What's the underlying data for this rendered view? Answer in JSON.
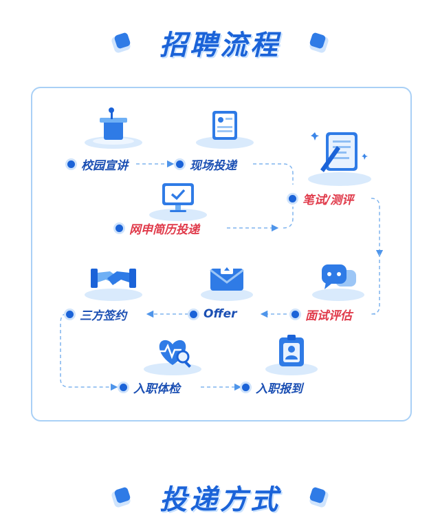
{
  "section_titles": {
    "process": "招聘流程",
    "delivery": "投递方式"
  },
  "steps": {
    "campus_talk": "校园宣讲",
    "onsite_delivery": "现场投递",
    "written_test": "笔试/测评",
    "online_resume": "网申简历投递",
    "interview_eval": "面试评估",
    "offer": "Offer",
    "tripartite": "三方签约",
    "medical_check": "入职体检",
    "onboarding": "入职报到"
  },
  "colors": {
    "primary": "#1b63d8",
    "label_blue": "#1b4fb3",
    "label_red": "#e03a4a",
    "frame_border": "#a9d0f6",
    "connector": "#7fb4ee"
  },
  "icons": {
    "campus_talk": "podium-icon",
    "onsite_delivery": "resume-document-icon",
    "written_test": "scroll-pen-icon",
    "online_resume": "monitor-check-icon",
    "interview_eval": "chat-bubbles-icon",
    "offer": "envelope-icon",
    "tripartite": "handshake-icon",
    "medical_check": "heart-magnifier-icon",
    "onboarding": "id-badge-icon"
  }
}
